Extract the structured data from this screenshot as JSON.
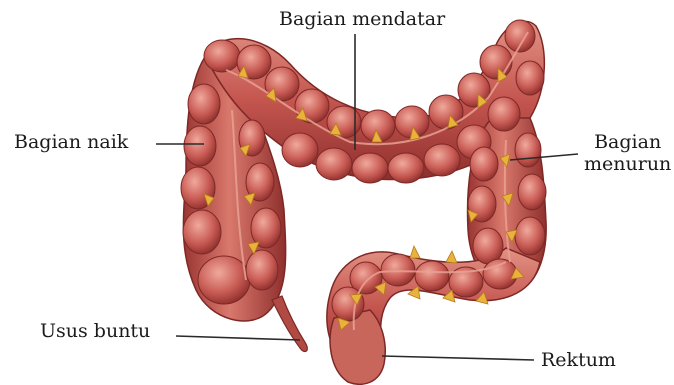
{
  "labels": {
    "transverse": "Bagian mendatar",
    "ascending": "Bagian naik",
    "descending_line1": "Bagian",
    "descending_line2": "menurun",
    "appendix": "Usus buntu",
    "rectum": "Rektum"
  },
  "colors": {
    "colon_base": "#c45550",
    "colon_dark": "#8e2f2d",
    "colon_light": "#e59a8e",
    "fat_tags": "#e9b23c",
    "leader_lines": "#2a2a2a"
  }
}
